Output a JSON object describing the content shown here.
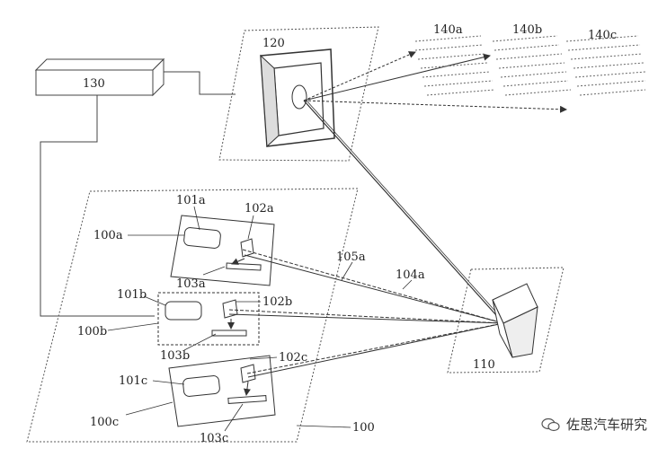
{
  "labels": {
    "l130": "130",
    "l120": "120",
    "l140a": "140a",
    "l140b": "140b",
    "l140c": "140c",
    "l101a": "101a",
    "l102a": "102a",
    "l100a": "100a",
    "l103a": "103a",
    "l105a": "105a",
    "l104a": "104a",
    "l101b": "101b",
    "l102b": "102b",
    "l100b": "100b",
    "l103b": "103b",
    "l101c": "101c",
    "l102c": "102c",
    "l100c": "100c",
    "l103c": "103c",
    "l110": "110",
    "l100": "100"
  },
  "watermark": {
    "text": "佐思汽车研究",
    "icon": "wechat-icon"
  }
}
